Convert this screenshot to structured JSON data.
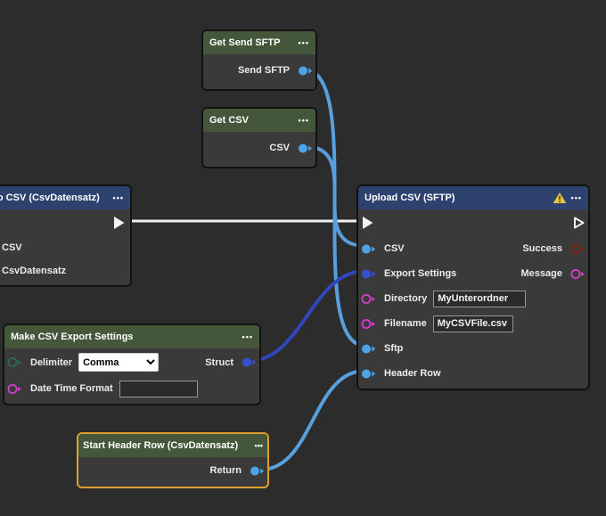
{
  "ui": {
    "menu_dots": "•••"
  },
  "colors": {
    "canvas_bg": "#2c2c2c",
    "node_body": "#3a3a3a",
    "node_border": "#121212",
    "header_green": "#44573b",
    "header_blue": "#2e4270",
    "selection_orange": "#dd9e33",
    "pin_object_blue": "#4da3e8",
    "pin_struct_blue": "#3552cd",
    "pin_string_magenta": "#d83fd0",
    "pin_bool_red": "#8c1d12",
    "pin_enum_teal": "#2c6b5f",
    "wire_data_blue": "#58a0dd",
    "wire_struct_blue": "#3246bb",
    "wire_exec_white": "#efefef",
    "warning_yellow": "#e9c53d"
  },
  "nodes": {
    "get_send_sftp": {
      "title": "Get Send SFTP",
      "outputs": [
        {
          "label": "Send SFTP"
        }
      ]
    },
    "get_csv": {
      "title": "Get CSV",
      "outputs": [
        {
          "label": "CSV"
        }
      ]
    },
    "to_csv": {
      "title": "To CSV (CsvDatensatz)",
      "rows": [
        {
          "label": "CSV"
        },
        {
          "label": "CsvDatensatz"
        }
      ]
    },
    "upload_csv": {
      "title": "Upload CSV (SFTP)",
      "warning_icon": "warning-triangle",
      "inputs": [
        {
          "label": "CSV"
        },
        {
          "label": "Export Settings"
        },
        {
          "label": "Directory",
          "value": "MyUnterordner"
        },
        {
          "label": "Filename",
          "value": "MyCSVFile.csv"
        },
        {
          "label": "Sftp"
        },
        {
          "label": "Header Row"
        }
      ],
      "outputs": [
        {
          "label": "Success"
        },
        {
          "label": "Message"
        }
      ]
    },
    "make_csv_export_settings": {
      "title": "Make CSV Export Settings",
      "inputs": [
        {
          "label": "Delimiter",
          "control": "select",
          "value": "Comma",
          "options": [
            "Comma"
          ]
        },
        {
          "label": "Date Time Format",
          "control": "text",
          "value": ""
        }
      ],
      "outputs": [
        {
          "label": "Struct"
        }
      ]
    },
    "start_header_row": {
      "title": "Start Header Row (CsvDatensatz)",
      "selected": true,
      "outputs": [
        {
          "label": "Return"
        }
      ]
    }
  },
  "wires": [
    {
      "name": "exec",
      "from": "To CSV (CsvDatensatz).exec-out",
      "to": "Upload CSV (SFTP).exec-in",
      "color": "#efefef"
    },
    {
      "name": "send-sftp-to-sftp",
      "from": "Get Send SFTP.Send SFTP",
      "to": "Upload CSV (SFTP).Sftp",
      "color": "#58a0dd"
    },
    {
      "name": "csv-to-csv",
      "from": "Get CSV.CSV",
      "to": "Upload CSV (SFTP).CSV",
      "color": "#58a0dd"
    },
    {
      "name": "struct-to-export-settings",
      "from": "Make CSV Export Settings.Struct",
      "to": "Upload CSV (SFTP).Export Settings",
      "color": "#3246bb"
    },
    {
      "name": "return-to-header-row",
      "from": "Start Header Row (CsvDatensatz).Return",
      "to": "Upload CSV (SFTP).Header Row",
      "color": "#58a0dd"
    }
  ]
}
